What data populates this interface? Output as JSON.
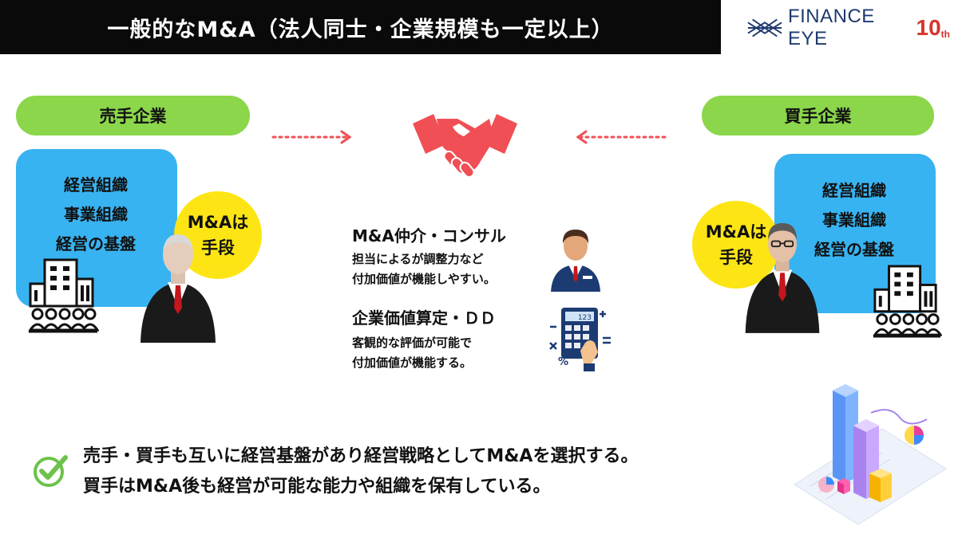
{
  "header": {
    "title": "一般的なM&A（法人同士・企業規模も一定以上）",
    "logo_text": "FINANCE EYE",
    "logo_number": "10",
    "logo_suffix": "th"
  },
  "seller": {
    "label": "売手企業",
    "lines": [
      "経営組織",
      "事業組織",
      "経営の基盤"
    ],
    "badge_line1": "M&Aは",
    "badge_line2": "手段"
  },
  "buyer": {
    "label": "買手企業",
    "lines": [
      "経営組織",
      "事業組織",
      "経営の基盤"
    ],
    "badge_line1": "M&Aは",
    "badge_line2": "手段"
  },
  "center": {
    "advisory_title": "M&A仲介・コンサル",
    "advisory_body": [
      "担当によるが調整力など",
      "付加価値が機能しやすい。"
    ],
    "valuation_title": "企業価値算定・ＤＤ",
    "valuation_body": [
      "客観的な評価が可能で",
      "付加価値が機能する。"
    ],
    "calculator_display": "123"
  },
  "summary": {
    "line1": "売手・買手も互いに経営基盤があり経営戦略としてM&Aを選択する。",
    "line2": "買手はM&A後も経営が可能な能力や組織を保有している。"
  },
  "colors": {
    "header_bg": "#0a0a0a",
    "pill_green": "#8bd64a",
    "box_blue": "#38b3f1",
    "badge_yellow": "#fde515",
    "arrow_red": "#f04f55",
    "logo_navy": "#1f3a70",
    "logo_red": "#d7332d"
  },
  "icons": [
    "handshake-icon",
    "building-people-icon",
    "businessman-icon",
    "consultant-icon",
    "calculator-icon",
    "check-icon",
    "analytics-chart-icon",
    "finance-eye-logo-icon"
  ]
}
